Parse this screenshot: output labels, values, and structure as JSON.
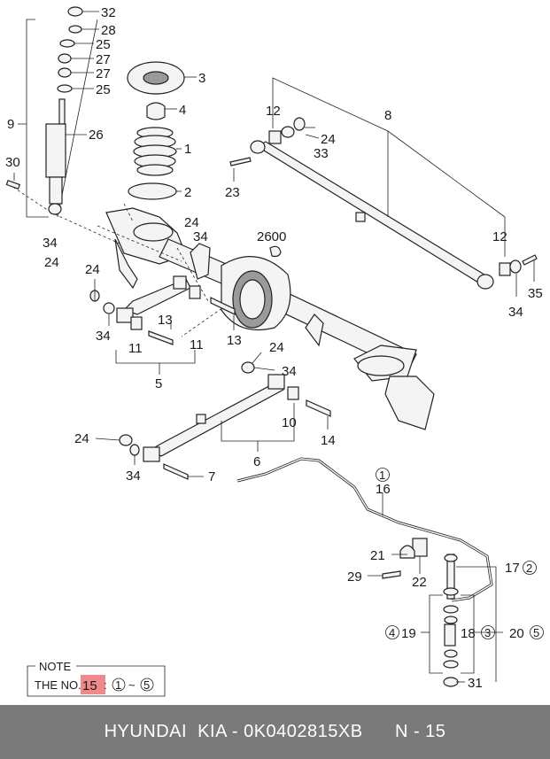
{
  "callouts": [
    {
      "id": "c32",
      "text": "32"
    },
    {
      "id": "c28",
      "text": "28"
    },
    {
      "id": "c25a",
      "text": "25"
    },
    {
      "id": "c27a",
      "text": "27"
    },
    {
      "id": "c27b",
      "text": "27"
    },
    {
      "id": "c25b",
      "text": "25"
    },
    {
      "id": "c3",
      "text": "3"
    },
    {
      "id": "c4",
      "text": "4"
    },
    {
      "id": "c9",
      "text": "9"
    },
    {
      "id": "c26",
      "text": "26"
    },
    {
      "id": "c1",
      "text": "1"
    },
    {
      "id": "c30",
      "text": "30"
    },
    {
      "id": "c2",
      "text": "2"
    },
    {
      "id": "c12a",
      "text": "12"
    },
    {
      "id": "c8",
      "text": "8"
    },
    {
      "id": "c24a",
      "text": "24"
    },
    {
      "id": "c33",
      "text": "33"
    },
    {
      "id": "c23",
      "text": "23"
    },
    {
      "id": "c34a",
      "text": "34"
    },
    {
      "id": "c24b",
      "text": "24"
    },
    {
      "id": "c24c",
      "text": "24"
    },
    {
      "id": "c34b",
      "text": "34"
    },
    {
      "id": "c2600",
      "text": "2600"
    },
    {
      "id": "c12b",
      "text": "12"
    },
    {
      "id": "c35",
      "text": "35"
    },
    {
      "id": "c34c",
      "text": "34"
    },
    {
      "id": "c24d",
      "text": "24"
    },
    {
      "id": "c34d",
      "text": "34"
    },
    {
      "id": "c13a",
      "text": "13"
    },
    {
      "id": "c11a",
      "text": "11"
    },
    {
      "id": "c11b",
      "text": "11"
    },
    {
      "id": "c13b",
      "text": "13"
    },
    {
      "id": "c5",
      "text": "5"
    },
    {
      "id": "c24e",
      "text": "24"
    },
    {
      "id": "c34e",
      "text": "34"
    },
    {
      "id": "c10",
      "text": "10"
    },
    {
      "id": "c14",
      "text": "14"
    },
    {
      "id": "c24f",
      "text": "24"
    },
    {
      "id": "c6",
      "text": "6"
    },
    {
      "id": "c34f",
      "text": "34"
    },
    {
      "id": "c7",
      "text": "7"
    },
    {
      "id": "c16",
      "text": "16"
    },
    {
      "id": "c21",
      "text": "21"
    },
    {
      "id": "c29",
      "text": "29"
    },
    {
      "id": "c22",
      "text": "22"
    },
    {
      "id": "c17",
      "text": "17"
    },
    {
      "id": "c19",
      "text": "19"
    },
    {
      "id": "c18",
      "text": "18"
    },
    {
      "id": "c20",
      "text": "20"
    },
    {
      "id": "c31",
      "text": "31"
    }
  ],
  "circled": [
    {
      "id": "k1",
      "text": "1"
    },
    {
      "id": "k2",
      "text": "2"
    },
    {
      "id": "k4",
      "text": "4"
    },
    {
      "id": "k3",
      "text": "3"
    },
    {
      "id": "k5",
      "text": "5"
    }
  ],
  "note": {
    "title": "NOTE",
    "prefix": "THE NO.",
    "number": "15",
    "colon": ":",
    "range_from": "1",
    "tilde": "~",
    "range_to": "5",
    "highlight_color": "#f08a8a"
  },
  "footer": {
    "brand": "HYUNDAI  KIA - 0K0402815XB",
    "page": "N - 15"
  }
}
